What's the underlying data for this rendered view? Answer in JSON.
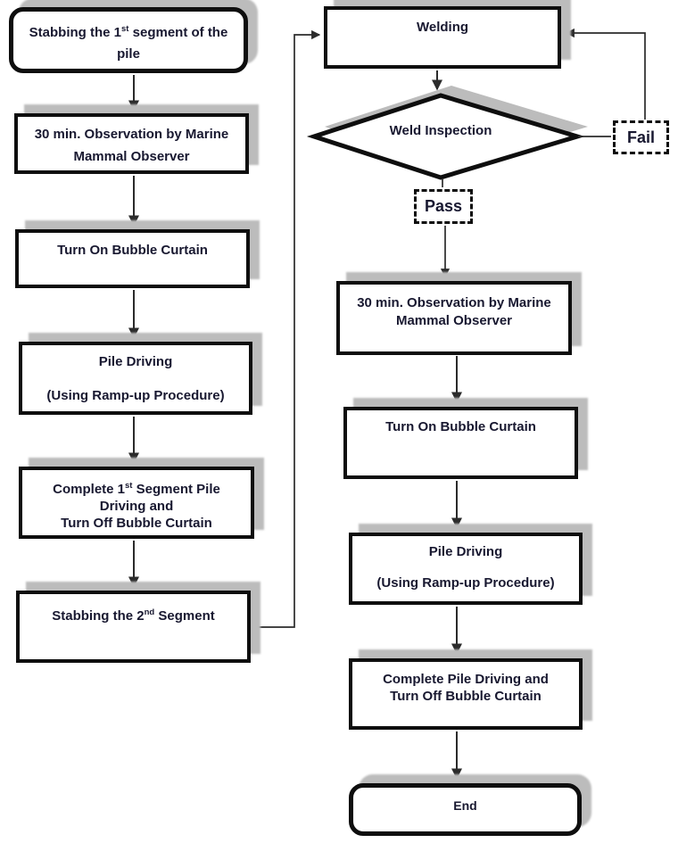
{
  "canvas": {
    "bg": "#ffffff",
    "border_color": "#0e0e0e",
    "shadow_color": "#bcbcbc",
    "text_color": "#181830",
    "line_color": "#2b2b2b"
  },
  "nodes": {
    "stab_first": {
      "line1_pre": "Stabbing the 1",
      "line1_sup": "st",
      "line1_post": " segment of the",
      "line2": "pile"
    },
    "observe_left": {
      "line1": "30 min. Observation by Marine",
      "line2": "Mammal Observer"
    },
    "bubble_on_left": {
      "label": "Turn On Bubble Curtain"
    },
    "pile_driving_left": {
      "line1": "Pile Driving",
      "line2": "(Using Ramp-up Procedure)"
    },
    "complete_first": {
      "line1_pre": "Complete 1",
      "line1_sup": "st",
      "line1_post": " Segment Pile",
      "line2": "Driving and",
      "line3": "Turn Off Bubble Curtain"
    },
    "stab_second": {
      "line1_pre": "Stabbing the 2",
      "line1_sup": "nd",
      "line1_post": " Segment"
    },
    "welding": {
      "label": "Welding"
    },
    "weld_inspection": {
      "label": "Weld Inspection"
    },
    "fail": {
      "label": "Fail"
    },
    "pass": {
      "label": "Pass"
    },
    "observe_right": {
      "line1": "30 min. Observation by Marine",
      "line2": "Mammal Observer"
    },
    "bubble_on_right": {
      "label": "Turn On Bubble Curtain"
    },
    "pile_driving_right": {
      "line1": "Pile Driving",
      "line2": "(Using Ramp-up Procedure)"
    },
    "complete_right": {
      "line1": "Complete Pile Driving and",
      "line2": "Turn Off Bubble Curtain"
    },
    "end": {
      "label": "End"
    }
  }
}
